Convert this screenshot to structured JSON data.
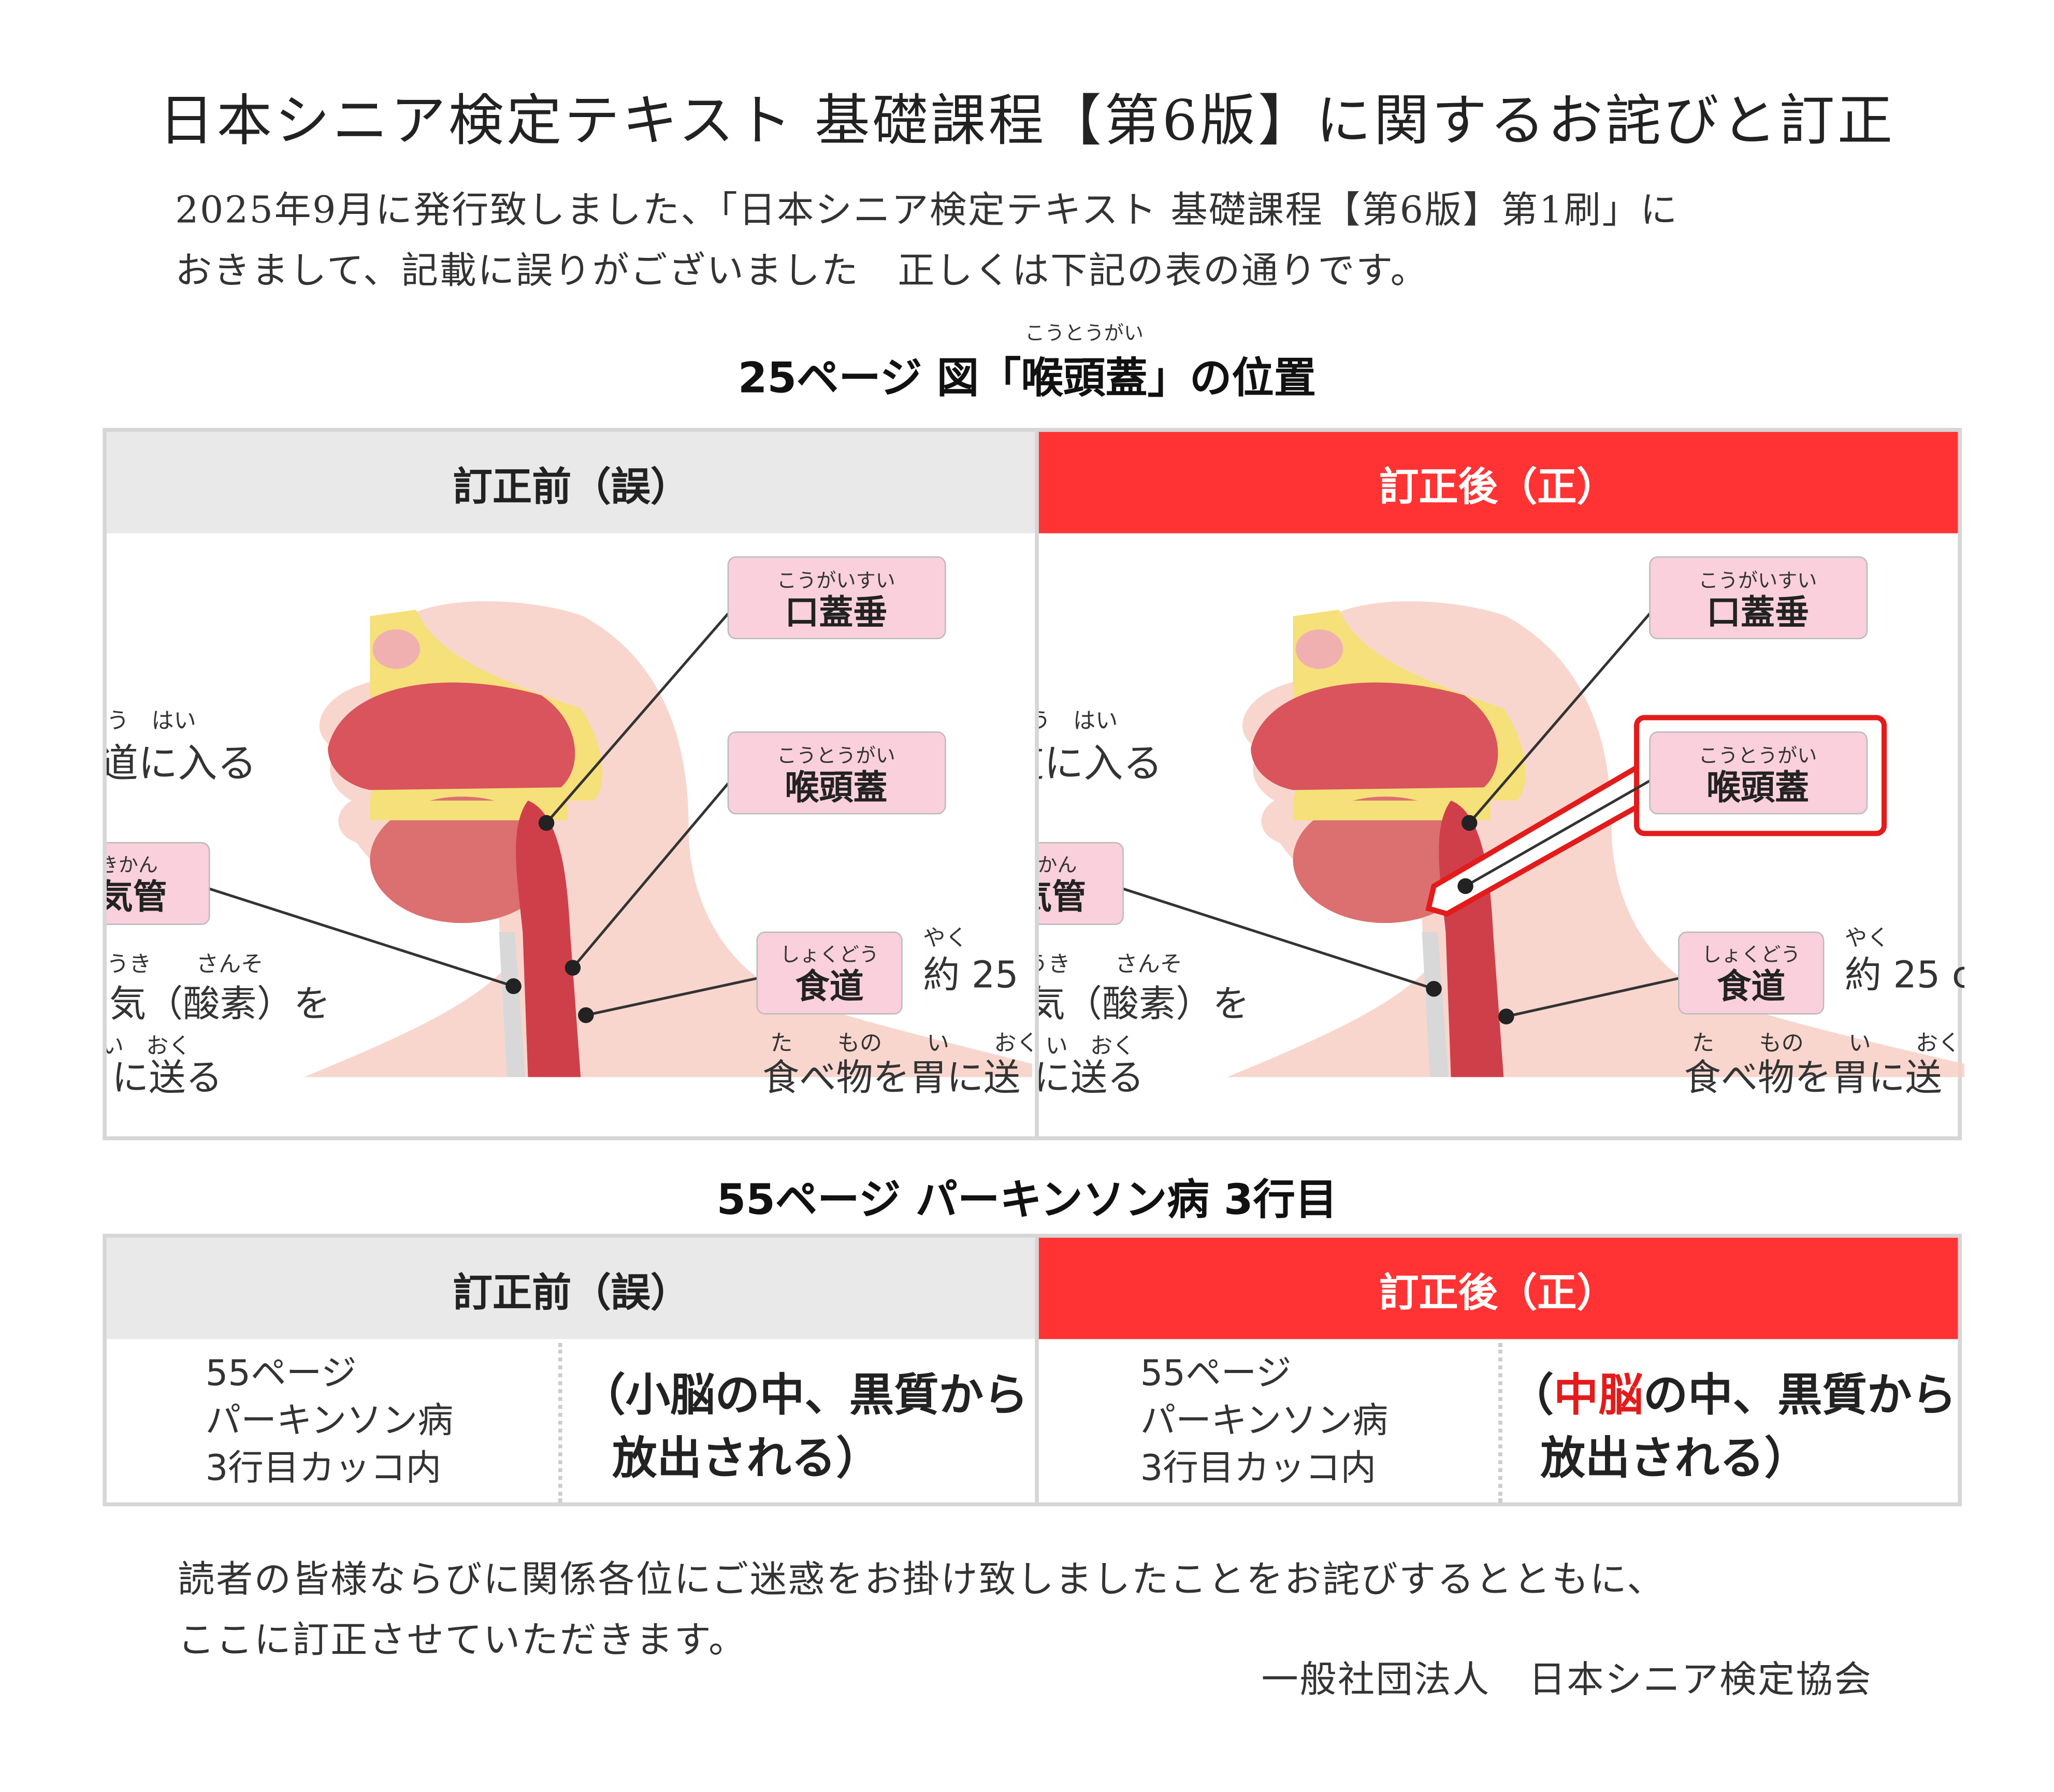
{
  "title": "日本シニア検定テキスト 基礎課程【第6版】に関するお詫びと訂正",
  "intro": {
    "line1": "2025年9月に発行致しました、「日本シニア検定テキスト 基礎課程【第6版】第1刷」に",
    "line2": "おきまして、記載に誤りがございました　正しくは下記の表の通りです。"
  },
  "section1": {
    "heading_pre": "25ページ 図「",
    "heading_term": "喉頭蓋",
    "heading_post": "」の位置",
    "ruby": "こうとうがい",
    "header_before": "訂正前（誤）",
    "header_after": "訂正後（正）",
    "figure": {
      "uvula_ruby": "こうがいすい",
      "uvula": "口蓋垂",
      "epiglottis_ruby": "こうとうがい",
      "epiglottis": "喉頭蓋",
      "trachea_ruby": "きかん",
      "trachea": "気管",
      "esophagus_ruby": "しょくどう",
      "esophagus": "食道",
      "left_ruby1": "う　はい",
      "left_text1": "道に入る",
      "left_ruby2": "うき　　さんそ",
      "left_text2": "気（酸素）を",
      "left_ruby3": "い　おく",
      "left_text3": "に送る",
      "approx_ruby": "やく",
      "approx_text": "約 25 c",
      "food_ruby": "た　　もの　　い　　おく",
      "food_text": "食べ物を胃に送"
    }
  },
  "section2": {
    "heading": "55ページ パーキンソン病 3行目",
    "header_before": "訂正前（誤）",
    "header_after": "訂正後（正）",
    "location": [
      "55ページ",
      "パーキンソン病",
      "3行目カッコ内"
    ],
    "before_line1": "（小脳の中、黒質から",
    "before_line2": "放出される）",
    "after_open": "（",
    "after_highlight": "中脳",
    "after_rest": "の中、黒質から",
    "after_line2": "放出される）"
  },
  "closing": {
    "line1": "読者の皆様ならびに関係各位にご迷惑をお掛け致しましたことをお詫びするとともに、",
    "line2": "ここに訂正させていただきます。",
    "signature": "一般社団法人　日本シニア検定協会"
  },
  "colors": {
    "accent_red": "#ff3333",
    "header_gray": "#e9e9e9",
    "label_pink": "#f9d0dc",
    "highlight_text_red": "#e31b1b"
  }
}
